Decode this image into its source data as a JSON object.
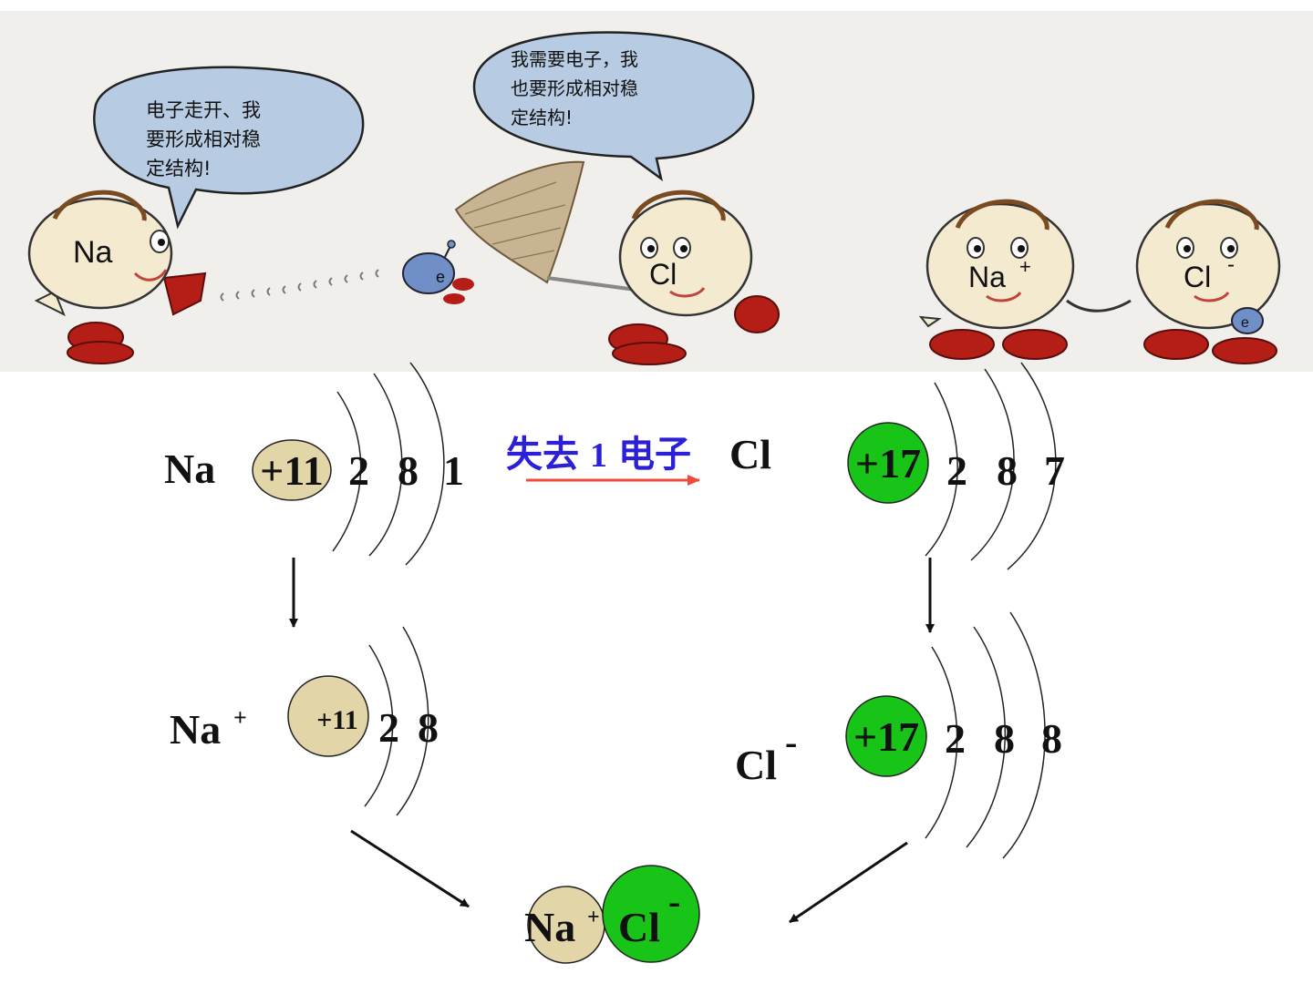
{
  "colors": {
    "na_ball": "#e2d5a8",
    "cl_ball": "#19c419",
    "caption_blue": "#2b20d8",
    "arrow_red": "#ef4a3a",
    "boot_red": "#b51e17",
    "bubble_blue": "#b7cbe2",
    "scene_bg": "#f0efeb"
  },
  "cartoon": {
    "bubble_left": [
      "电子走开、我",
      "要形成相对稳",
      "定结构!"
    ],
    "bubble_mid": [
      "我需要电子，我",
      "也要形成相对稳",
      "定结构!"
    ],
    "char_na": "Na",
    "char_electron": "e",
    "char_cl": "Cl",
    "char_na_ion": "Na",
    "char_na_ion_sup": "+",
    "char_cl_ion": "Cl",
    "char_cl_ion_sup": "-",
    "char_electron2": "e"
  },
  "atoms": {
    "na": {
      "symbol": "Na",
      "nucleus": "+11",
      "shells": [
        "2",
        "8",
        "1"
      ]
    },
    "cl": {
      "symbol": "Cl",
      "nucleus": "+17",
      "shells": [
        "2",
        "8",
        "7"
      ]
    },
    "transfer_label_cjk_1": "失去",
    "transfer_label_num": "1",
    "transfer_label_cjk_2": "电子",
    "na_ion": {
      "symbol": "Na",
      "charge": "+",
      "nucleus": "+11",
      "shells": [
        "2",
        "8"
      ]
    },
    "cl_ion": {
      "symbol": "Cl",
      "charge": "-",
      "nucleus": "+17",
      "shells": [
        "2",
        "8",
        "8"
      ]
    },
    "product": {
      "na": "Na",
      "na_charge": "+",
      "cl": "Cl",
      "cl_charge": "-"
    }
  }
}
